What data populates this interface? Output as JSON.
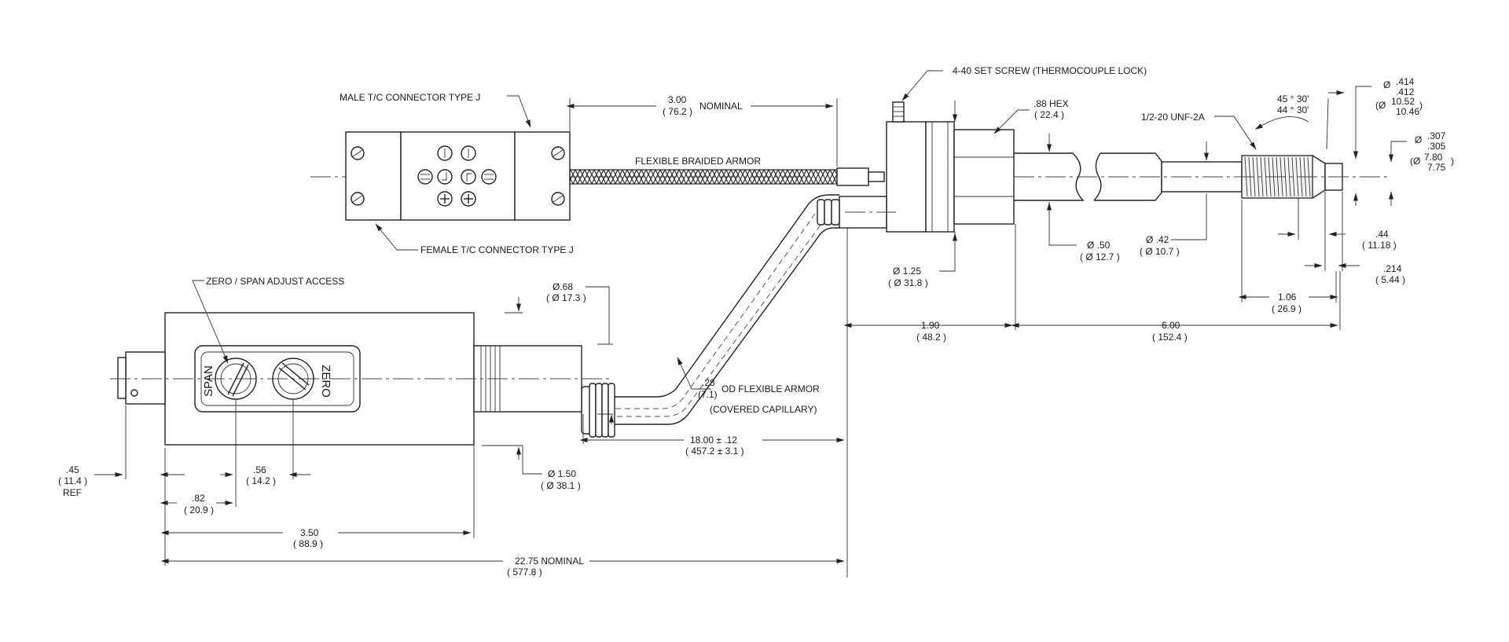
{
  "labels": {
    "male_connector": "MALE T/C CONNECTOR TYPE J",
    "female_connector": "FEMALE T/C CONNECTOR TYPE J",
    "braided_armor": "FLEXIBLE BRAIDED ARMOR",
    "set_screw": "4-40 SET SCREW (THERMOCOUPLE LOCK)",
    "hex": ".88 HEX",
    "hex_mm": "( 22.4 )",
    "thread": "1/2-20 UNF-2A",
    "zero_span": "ZERO / SPAN ADJUST ACCESS",
    "span": "SPAN",
    "zero": "ZERO",
    "armor_od": "OD FLEXIBLE ARMOR",
    "capillary": "(COVERED CAPILLARY)",
    "ref": "REF",
    "dia": "Ø"
  },
  "dimensions": {
    "nominal_300": "3.00",
    "nominal_300_mm": "( 76.2 )",
    "nominal_word": "NOMINAL",
    "d068": "Ø.68",
    "d068_mm": "( Ø 17.3 )",
    "d125": "Ø 1.25",
    "d125_mm": "( Ø 31.8 )",
    "d050": "Ø .50",
    "d050_mm": "( Ø 12.7 )",
    "d042": "Ø .42",
    "d042_mm": "( Ø 10.7 )",
    "angle_hi": "45 ° 30'",
    "angle_lo": "44 ° 30'",
    "d414": ".414",
    "d412": ".412",
    "d1052": "10.52",
    "d1046": "10.46",
    "d307": ".307",
    "d305": ".305",
    "d780": "7.80",
    "d775": "7.75",
    "l044": ".44",
    "l044_mm": "( 11.18 )",
    "l214": ".214",
    "l214_mm": "( 5.44 )",
    "l106": "1.06",
    "l106_mm": "( 26.9 )",
    "l190": "1.90",
    "l190_mm": "( 48.2 )",
    "l600": "6.00",
    "l600_mm": "( 152.4 )",
    "d028": ".28",
    "d028_mm": "(7.1)",
    "l1800": "18.00  ± .12",
    "l1800_mm": "( 457.2 ± 3.1 )",
    "d150": "Ø 1.50",
    "d150_mm": "( Ø 38.1 )",
    "l045": ".45",
    "l045_mm": "( 11.4 )",
    "l056": ".56",
    "l056_mm": "( 14.2 )",
    "l082": ".82",
    "l082_mm": "( 20.9 )",
    "l350": "3.50",
    "l350_mm": "( 88.9 )",
    "l2275": "22.75 NOMINAL",
    "l2275_mm": "( 577.8 )"
  }
}
